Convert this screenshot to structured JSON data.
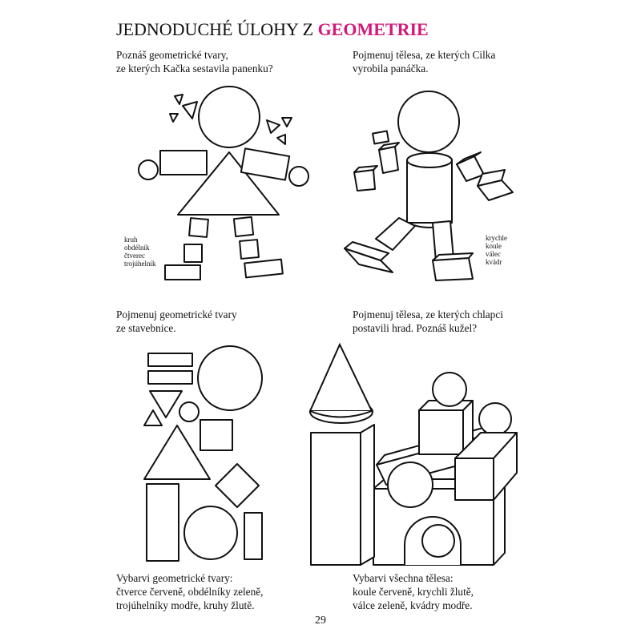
{
  "title": {
    "prefix": "JEDNODUCHÉ ÚLOHY Z ",
    "highlight": "GEOMETRIE"
  },
  "colors": {
    "accent": "#d4177a"
  },
  "tasks": [
    {
      "lines": [
        "Poznáš geometrické tvary,",
        "ze kterých Kačka sestavila panenku?"
      ],
      "legend": [
        "kruh",
        "obdélník",
        "čtverec",
        "trojúhelník"
      ]
    },
    {
      "lines": [
        "Pojmenuj tělesa, ze kterých Cilka",
        "vyrobila panáčka."
      ],
      "legend": [
        "krychle",
        "koule",
        "válec",
        "kvádr"
      ]
    },
    {
      "lines": [
        "Pojmenuj geometrické tvary",
        "ze stavebnice."
      ],
      "footer": [
        "Vybarvi geometrické tvary:",
        "čtverce červeně, obdélníky zeleně,",
        "trojúhelníky modře, kruhy žlutě."
      ]
    },
    {
      "lines": [
        "Pojmenuj tělesa, ze kterých chlapci",
        "postavili hrad. Poznáš kužel?"
      ],
      "footer": [
        "Vybarvi všechna tělesa:",
        "koule červeně, krychli žlutě,",
        "válce zeleně, kvádry modře."
      ]
    }
  ],
  "page_number": "29"
}
